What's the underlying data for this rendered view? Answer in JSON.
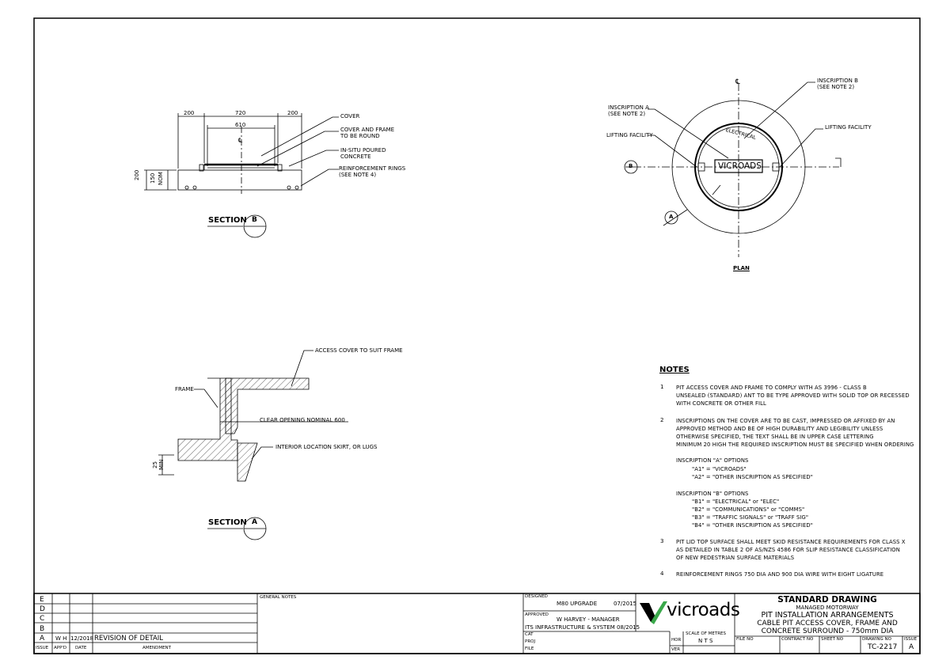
{
  "section_b": {
    "title": "SECTION",
    "letter": "B",
    "dims": {
      "left": "200",
      "mid": "720",
      "right": "200",
      "inner": "610",
      "height": "200",
      "nom": "150",
      "nom_label": "NOM"
    },
    "centerline": "℄",
    "callouts": [
      "COVER",
      "COVER AND FRAME",
      "TO BE ROUND",
      "IN-SITU POURED",
      "CONCRETE",
      "REINFORCEMENT RINGS",
      "(SEE NOTE 4)"
    ]
  },
  "plan": {
    "title": "PLAN",
    "centerline": "℄",
    "cover_text": "VICROADS",
    "arc_text": "ELECTRICAL",
    "section_b_marker": "B",
    "section_a_marker": "A",
    "callouts": {
      "insc_a_1": "INSCRIPTION A",
      "insc_a_2": "(SEE NOTE 2)",
      "insc_b_1": "INSCRIPTION B",
      "insc_b_2": "(SEE NOTE 2)",
      "lift_left": "LIFTING FACILITY",
      "lift_right": "LIFTING FACILITY"
    }
  },
  "section_a": {
    "title": "SECTION",
    "letter": "A",
    "callouts": {
      "access_cover": "ACCESS COVER TO SUIT FRAME",
      "frame": "FRAME",
      "clear_opening": "CLEAR OPENING NOMINAL 600",
      "skirt": "INTERIOR LOCATION SKIRT, OR LUGS",
      "dim_value": "25",
      "dim_label": "MIN"
    }
  },
  "notes": {
    "heading": "NOTES",
    "items": [
      {
        "num": "1",
        "lines": [
          "PIT ACCESS COVER AND FRAME TO COMPLY WITH AS 3996 - CLASS B",
          "UNSEALED (STANDARD) ANT TO BE TYPE APPROVED WITH SOLID TOP OR RECESSED",
          "WITH CONCRETE OR OTHER FILL"
        ]
      },
      {
        "num": "2",
        "lines": [
          "INSCRIPTIONS ON THE COVER ARE TO BE CAST, IMPRESSED OR AFFIXED BY AN",
          "APPROVED METHOD AND BE OF HIGH DURABILITY AND LEGIBILITY UNLESS",
          "OTHERWISE SPECIFIED, THE TEXT SHALL BE IN UPPER CASE LETTERING",
          "MINIMUM 20 HIGH THE REQUIRED INSCRIPTION MUST BE SPECIFIED WHEN ORDERING"
        ]
      },
      {
        "num": "",
        "lines": [
          "INSCRIPTION \"A\" OPTIONS",
          "      \"A1\" = \"VICROADS\"",
          "      \"A2\" = \"OTHER INSCRIPTION AS SPECIFIED\""
        ]
      },
      {
        "num": "",
        "lines": [
          "INSCRIPTION \"B\" OPTIONS",
          "      \"B1\" = \"ELECTRICAL\" or \"ELEC\"",
          "      \"B2\" = \"COMMUNICATIONS\" or \"COMMS\"",
          "      \"B3\" = \"TRAFFIC SIGNALS\" or \"TRAFF SIG\"",
          "      \"B4\" = \"OTHER INSCRIPTION AS SPECIFIED\""
        ]
      },
      {
        "num": "3",
        "lines": [
          "PIT LID TOP SURFACE SHALL MEET SKID RESISTANCE REQUIREMENTS FOR CLASS X",
          "AS DETAILED IN TABLE 2 OF AS/NZS 4586 FOR SLIP RESISTANCE CLASSIFICATION",
          "OF NEW PEDESTRIAN SURFACE MATERIALS"
        ]
      },
      {
        "num": "4",
        "lines": [
          "REINFORCEMENT RINGS 750 DIA AND 900 DIA WIRE WITH EIGHT LIGATURE"
        ]
      }
    ]
  },
  "title_block": {
    "revisions": {
      "letters": [
        "E",
        "D",
        "C",
        "B",
        "A"
      ],
      "row_a": {
        "approved": "W H",
        "date": "12/2018",
        "amendment": "REVISION OF DETAIL"
      },
      "headers": {
        "issue": "ISSUE",
        "appd": "APP'D",
        "date": "DATE",
        "amendment": "AMENDMENT"
      }
    },
    "general_notes": "GENERAL NOTES",
    "designed_label": "DESIGNED",
    "designed_value": "M80 UPGRADE",
    "designed_date": "07/2015",
    "approved_label": "APPROVED",
    "approved_value": "W HARVEY - MANAGER",
    "approved_org": "ITS INFRASTRUCTURE & SYSTEM 08/2015",
    "cat": "CAT",
    "proj": "PROJ",
    "file": "FILE",
    "logo_text": "vicroads",
    "hor": "HOR",
    "ver": "VER",
    "scale_label": "SCALE OF METRES",
    "scale_value": "N T S",
    "std_drawing": "STANDARD DRAWING",
    "subtitle": "MANAGED MOTORWAY",
    "title1": "PIT INSTALLATION ARRANGEMENTS",
    "title2": "CABLE PIT ACCESS COVER, FRAME AND",
    "title3": "CONCRETE SURROUND - 750mm DIA",
    "file_no": "FILE NO",
    "contract_no": "CONTRACT NO",
    "sheet_no": "SHEET NO",
    "drawing_no_label": "DRAWING NO",
    "drawing_no": "TC-2217",
    "issue_label": "ISSUE",
    "issue": "A"
  },
  "colors": {
    "ink": "#000000",
    "logo_green": "#3aa84a"
  }
}
